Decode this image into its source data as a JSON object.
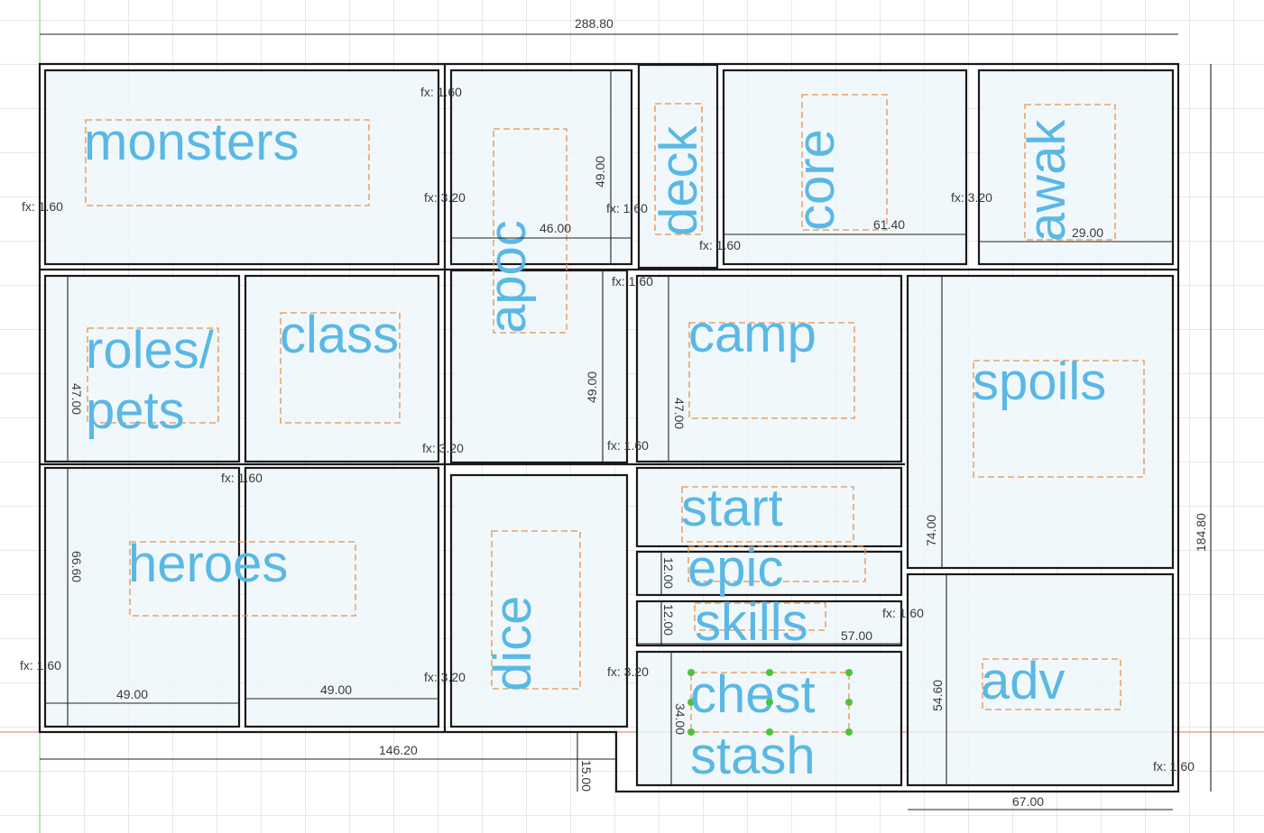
{
  "app": {
    "view": "sketch"
  },
  "compartments": [
    "monsters",
    "apoc",
    "deck",
    "core",
    "awak",
    "roles/",
    "pets",
    "class",
    "camp",
    "spoils",
    "heroes",
    "dice",
    "start",
    "epic",
    "skills",
    "chest",
    "stash",
    "adv"
  ],
  "dimensions": [
    "288.80",
    "184.80",
    "146.20",
    "67.00",
    "15.00",
    "49.00",
    "46.00",
    "61.40",
    "29.00",
    "49.00",
    "47.00",
    "47.00",
    "74.00",
    "66.60",
    "49.00",
    "49.00",
    "12.00",
    "12.00",
    "57.00",
    "34.00",
    "54.60"
  ],
  "constraints": [
    "fx: 1.60",
    "fx: 1.60",
    "fx: 3.20",
    "fx: 1.60",
    "fx: 1.60",
    "fx: 1.60",
    "fx: 3.20",
    "fx: 3.20",
    "fx: 1.60",
    "fx: 1.60",
    "fx: 3.20",
    "fx: 3.20",
    "fx: 1.60",
    "fx: 1.60",
    "fx: 1.60"
  ],
  "colors": {
    "label": "#5ab8e4",
    "frame": "#1a1a1a",
    "dashed_box": "#e8914a",
    "selected_point": "#4cc43a"
  }
}
